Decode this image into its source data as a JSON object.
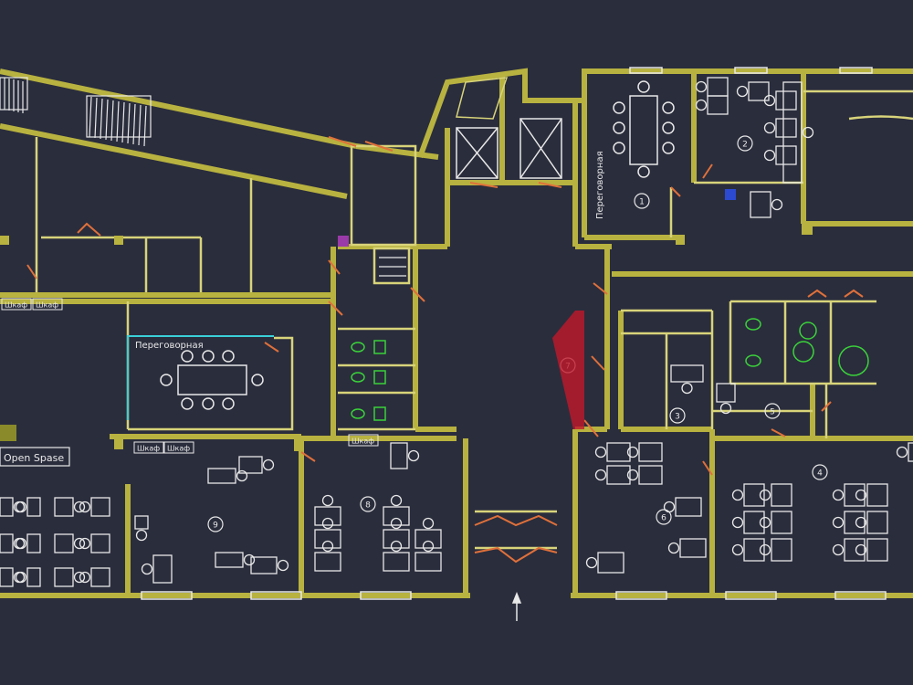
{
  "plan": {
    "labels": {
      "meeting_room_left": "Переговорная",
      "meeting_room_top": "Переговорная",
      "open_space": "Open Spase",
      "cabinet": "Шкаф"
    },
    "room_numbers": [
      "1",
      "2",
      "3",
      "4",
      "5",
      "6",
      "7",
      "8",
      "9"
    ],
    "colors": {
      "background": "#2a2d3c",
      "walls": "#b8b240",
      "doors": "#e0703a",
      "furniture": "#e8e8e8",
      "sanitary": "#3ad23a",
      "glass_partition": "#3ad0d8",
      "accent_marker": "#c0182a"
    }
  }
}
